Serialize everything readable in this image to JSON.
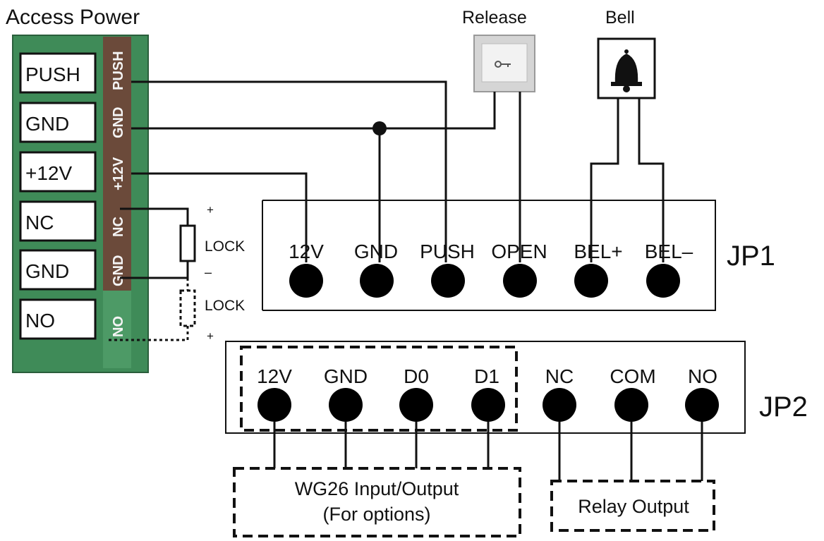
{
  "title": "Access Power",
  "devices": {
    "release": {
      "label": "Release"
    },
    "bell": {
      "label": "Bell"
    }
  },
  "power_terminals": [
    "PUSH",
    "GND",
    "+12V",
    "NC",
    "GND",
    "NO"
  ],
  "power_strip_labels": [
    "PUSH",
    "GND",
    "+12V",
    "NC",
    "GND",
    "NO"
  ],
  "lock": {
    "label_upper": "LOCK",
    "label_lower": "LOCK",
    "plus_top": "+",
    "minus": "–",
    "plus_bottom": "+"
  },
  "jp1": {
    "name": "JP1",
    "pins": [
      "12V",
      "GND",
      "PUSH",
      "OPEN",
      "BEL+",
      "BEL–"
    ]
  },
  "jp2": {
    "name": "JP2",
    "pins": [
      "12V",
      "GND",
      "D0",
      "D1",
      "NC",
      "COM",
      "NO"
    ]
  },
  "wg26": {
    "line1": "WG26 Input/Output",
    "line2": "(For options)"
  },
  "relay": {
    "label": "Relay Output"
  },
  "colors": {
    "wire": "#111111",
    "terminal_block": "#3b8a55",
    "strip": "#6b4a3a"
  }
}
